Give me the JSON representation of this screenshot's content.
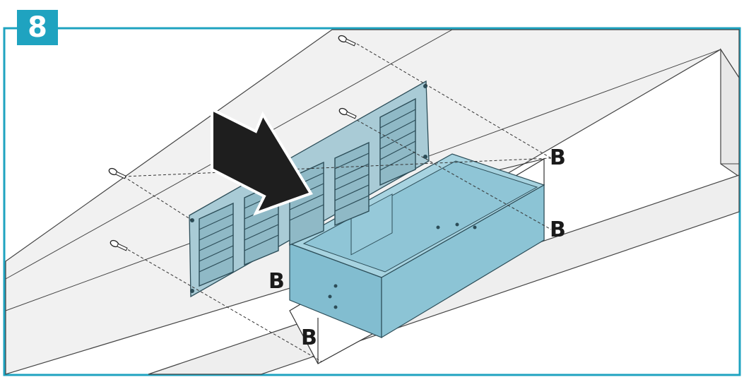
{
  "step": {
    "number": "8"
  },
  "callouts": [
    "B",
    "B",
    "B",
    "B"
  ],
  "colors": {
    "accent": "#1fa3c0",
    "wall": "#f2f2f2",
    "wall_dark": "#e4e4e4",
    "grille": "#a9cbd6",
    "box": "#82bdd0",
    "box_light": "#a7d3e0",
    "arrow": "#1e1e1e"
  },
  "icons": [
    "install-arrow-icon",
    "screw-icon"
  ]
}
